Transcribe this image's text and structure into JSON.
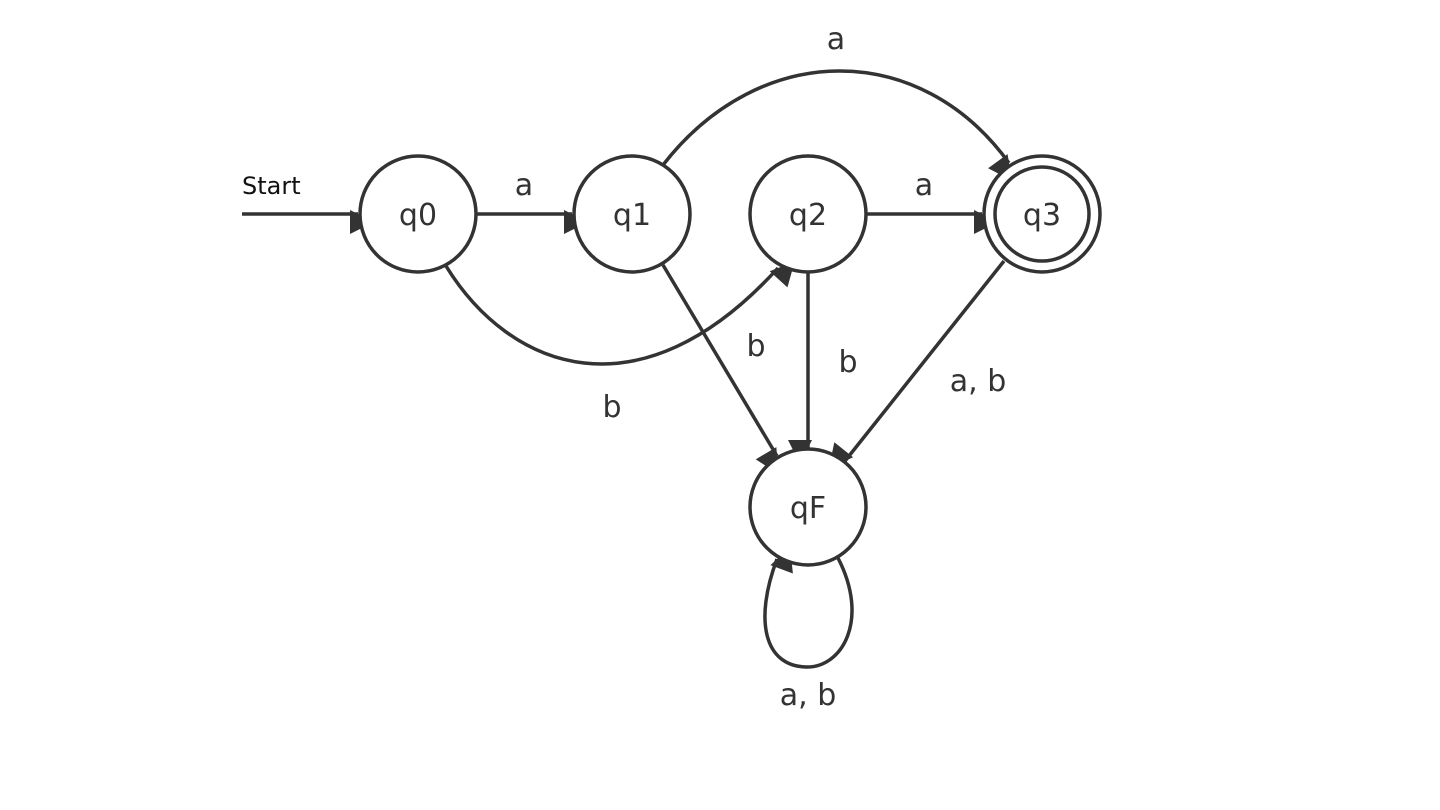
{
  "diagram": {
    "start_label": "Start",
    "colors": {
      "stroke": "#333333",
      "background": "#ffffff"
    },
    "states": [
      {
        "id": "q0",
        "label": "q0",
        "accepting": false,
        "initial": true
      },
      {
        "id": "q1",
        "label": "q1",
        "accepting": false,
        "initial": false
      },
      {
        "id": "q2",
        "label": "q2",
        "accepting": false,
        "initial": false
      },
      {
        "id": "q3",
        "label": "q3",
        "accepting": true,
        "initial": false
      },
      {
        "id": "qF",
        "label": "qF",
        "accepting": false,
        "initial": false
      }
    ],
    "transitions": [
      {
        "from": "q0",
        "to": "q1",
        "label": "a"
      },
      {
        "from": "q0",
        "to": "q2",
        "label": "b"
      },
      {
        "from": "q1",
        "to": "q3",
        "label": "a"
      },
      {
        "from": "q1",
        "to": "qF",
        "label": "b"
      },
      {
        "from": "q2",
        "to": "q3",
        "label": "a"
      },
      {
        "from": "q2",
        "to": "qF",
        "label": "b"
      },
      {
        "from": "q3",
        "to": "qF",
        "label": "a, b"
      },
      {
        "from": "qF",
        "to": "qF",
        "label": "a, b"
      }
    ]
  }
}
